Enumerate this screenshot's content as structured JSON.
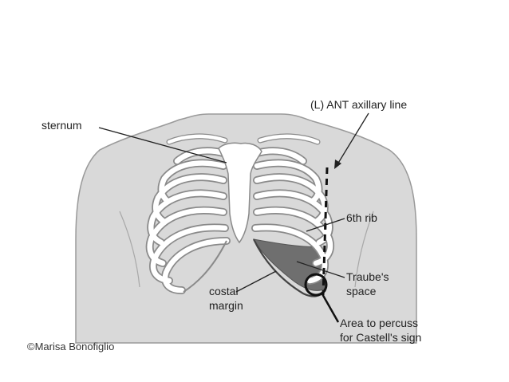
{
  "labels": {
    "sternum": "sternum",
    "ant_axillary_line": "(L) ANT axillary line",
    "sixth_rib": "6th rib",
    "traubes_space_line1": "Traube's",
    "traubes_space_line2": "space",
    "costal_margin_line1": "costal",
    "costal_margin_line2": "margin",
    "percuss_line1": "Area to percuss",
    "percuss_line2": "for Castell's sign"
  },
  "credit": "©Marisa Bonofiglio",
  "colors": {
    "body_fill": "#d9d9d9",
    "body_outline": "#9a9a9a",
    "bone_fill": "#ffffff",
    "bone_outline": "#8a8a8a",
    "traubes_space_fill": "#6f6f6f",
    "leader_line": "#222222"
  }
}
